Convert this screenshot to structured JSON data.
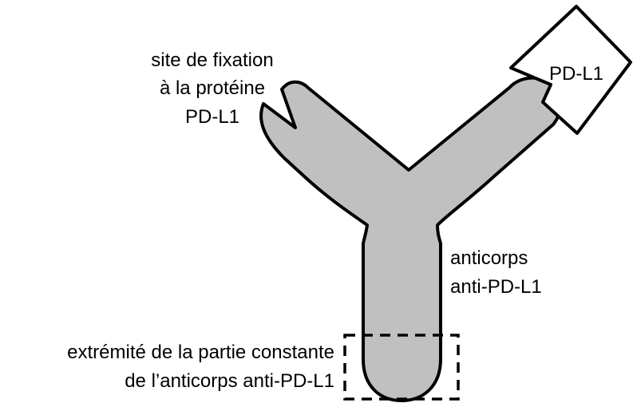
{
  "labels": {
    "binding_site_line1": "site de fixation",
    "binding_site_line2": "à la protéine",
    "binding_site_line3": "PD-L1",
    "pdl1_protein": "PD-L1",
    "antibody_line1": "anticorps",
    "antibody_line2": "anti-PD-L1",
    "constant_end_line1": "extrémité de la partie constante",
    "constant_end_line2": "de l’anticorps anti-PD-L1"
  },
  "colors": {
    "antibody_fill": "#c0c0c0",
    "outline": "#000000",
    "protein_fill": "#ffffff",
    "text": "#000000"
  }
}
